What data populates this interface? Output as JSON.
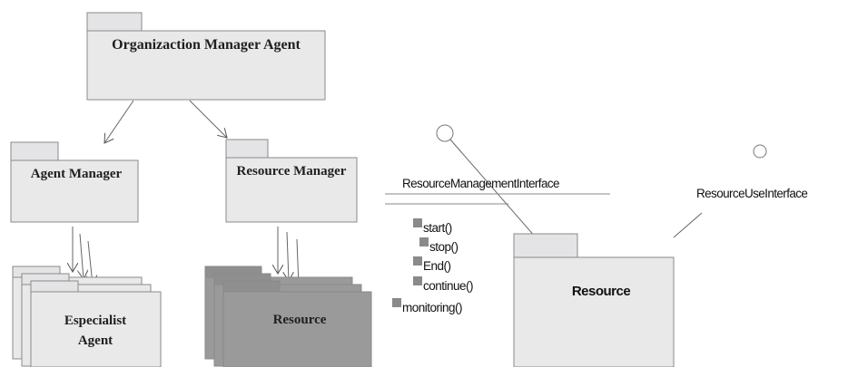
{
  "packages": {
    "organization_manager": "Organizaction Manager Agent",
    "agent_manager": "Agent Manager",
    "resource_manager": "Resource Manager",
    "especialist_agent": [
      "Especialist",
      "Agent"
    ],
    "resource_stack": "Resource",
    "resource": "Resource"
  },
  "interfaces": {
    "management": "ResourceManagementInterface",
    "use": "ResourceUseInterface"
  },
  "operations": [
    "start()",
    "stop()",
    "End()",
    "continue()",
    "monitoring()"
  ],
  "colors": {
    "package_fill": "#e9e9ea",
    "dark_package_fill": "#9a9a9a",
    "operation_icon": "#8a8a8a"
  }
}
